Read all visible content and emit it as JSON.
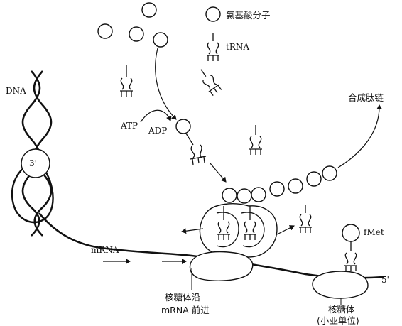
{
  "diagram": {
    "labels": {
      "amino_acid": "氨基酸分子",
      "trna": "tRNA",
      "dna": "DNA",
      "three_prime": "3'",
      "five_prime": "5'",
      "atp": "ATP",
      "adp": "ADP",
      "polypeptide": "合成肽链",
      "mrna": "mRNA",
      "fmet": "fMet",
      "ribosome_moves_line1": "核糖体沿",
      "ribosome_moves_line2": "mRNA 前进",
      "ribosome_line1": "核糖体",
      "ribosome_line2": "(小亚单位)"
    },
    "colors": {
      "ink": "#111111",
      "background": "#ffffff"
    }
  }
}
